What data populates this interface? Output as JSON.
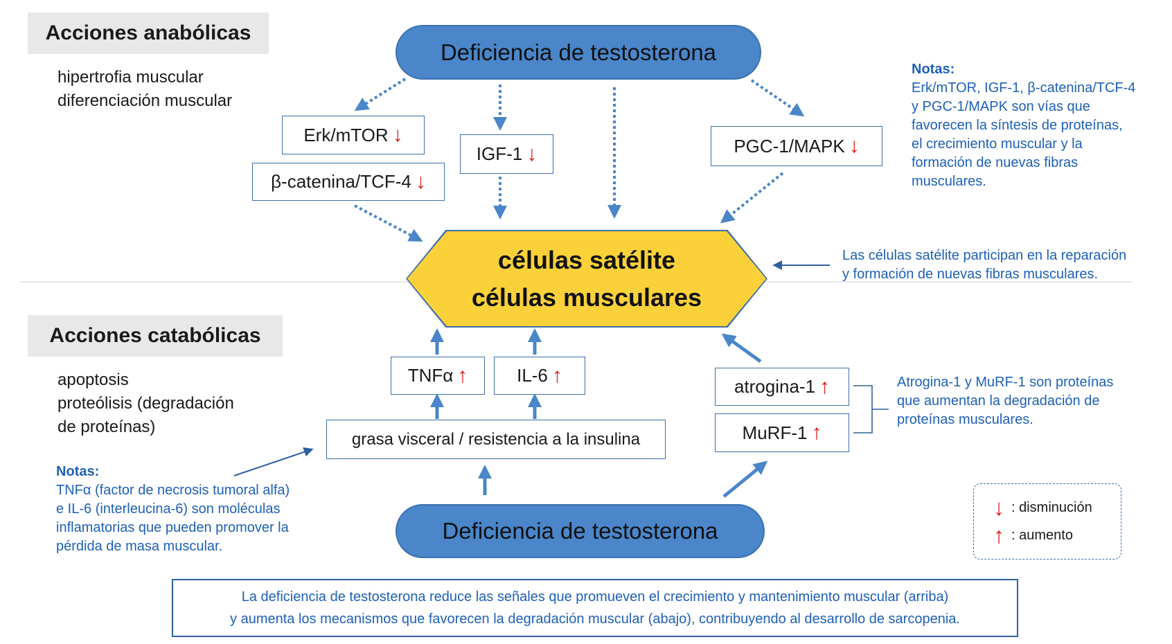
{
  "sections": {
    "anabolic": {
      "label": "Acciones anabólicas",
      "lines": [
        "hipertrofia muscular",
        "diferenciación muscular"
      ]
    },
    "catabolic": {
      "label": "Acciones catabólicas",
      "lines": [
        "apoptosis",
        "proteólisis (degradación",
        "de proteínas)"
      ]
    }
  },
  "top_source": "Deficiencia de testosterona",
  "bottom_source": "Deficiencia de testosterona",
  "center": {
    "line1": "células satélite",
    "line2": "células musculares"
  },
  "anabolic_factors": {
    "erk": {
      "label": "Erk/mTOR",
      "arrow": "↓"
    },
    "catenin": {
      "label": "β-catenina/TCF-4",
      "arrow": "↓"
    },
    "igf": {
      "label": "IGF-1",
      "arrow": "↓"
    },
    "pgc": {
      "label": "PGC-1/MAPK",
      "arrow": "↓"
    }
  },
  "catabolic_factors": {
    "tnf": {
      "label": "TNFα",
      "arrow": "↑"
    },
    "il6": {
      "label": "IL-6",
      "arrow": "↑"
    },
    "fat": {
      "label": "grasa visceral / resistencia a la insulina"
    },
    "atrogin": {
      "label": "atrogina-1",
      "arrow": "↑"
    },
    "murf": {
      "label": "MuRF-1",
      "arrow": "↑"
    }
  },
  "notes": {
    "top_right": {
      "title": "Notas:",
      "lines": [
        "Erk/mTOR, IGF-1, β-catenina/TCF-4",
        "y PGC-1/MAPK son vías que",
        "favorecen la síntesis de proteínas,",
        "el crecimiento muscular y la",
        "formación de nuevas fibras",
        "musculares."
      ]
    },
    "satellite": {
      "lines": [
        "Las células satélite participan en la reparación",
        "y formación de nuevas fibras musculares."
      ]
    },
    "atrogin": {
      "lines": [
        "Atrogina-1 y MuRF-1 son proteínas",
        "que aumentan la degradación de",
        "proteínas musculares."
      ]
    },
    "bottom_left": {
      "title": "Notas:",
      "lines": [
        "TNFα (factor de necrosis tumoral alfa)",
        "e IL-6 (interleucina-6) son moléculas",
        "inflamatorias que pueden promover la",
        "pérdida de masa muscular."
      ]
    }
  },
  "legend": {
    "down": {
      "symbol": "↓",
      "label": ": disminución"
    },
    "up": {
      "symbol": "↑",
      "label": ": aumento"
    }
  },
  "summary": {
    "lines": [
      "La deficiencia de testosterona reduce las señales que promueven el crecimiento y mantenimiento muscular (arriba)",
      "y aumenta los mecanismos que favorecen la degradación muscular (abajo), contribuyendo al desarrollo de sarcopenia."
    ]
  },
  "colors": {
    "pill": "#4a86c9",
    "hexagon": "#fbd139",
    "arrow": "#4a86c9",
    "note_text": "#1f5fb8",
    "down_up_arrow": "#d52020"
  }
}
